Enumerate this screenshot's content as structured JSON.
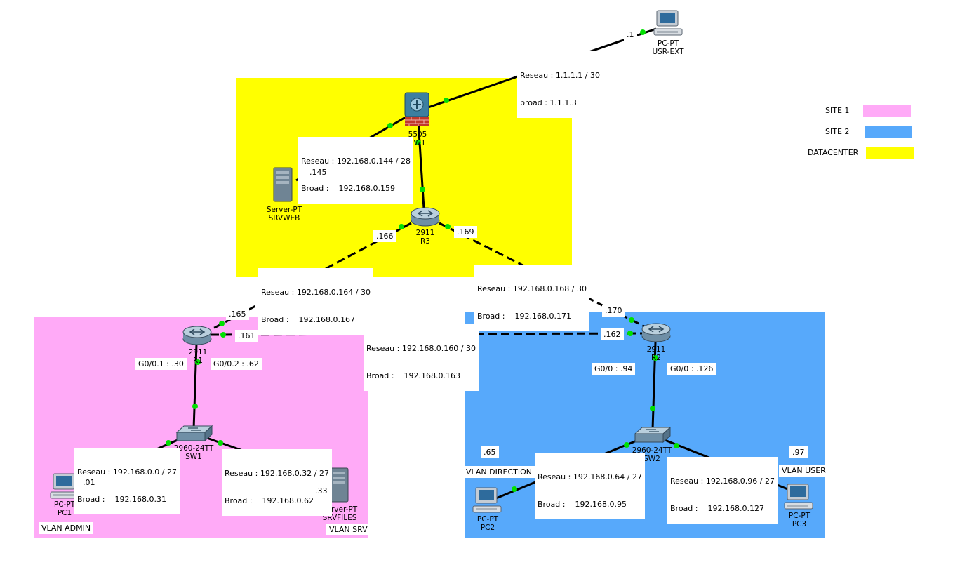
{
  "zones": {
    "datacenter": {
      "color": "#ffff00"
    },
    "site1": {
      "color": "#ffaaf7"
    },
    "site2": {
      "color": "#57a9fb"
    }
  },
  "legend": [
    {
      "label": "SITE 1",
      "color": "#ffaaf7"
    },
    {
      "label": "SITE 2",
      "color": "#57a9fb"
    },
    {
      "label": "DATACENTER",
      "color": "#ffff00"
    }
  ],
  "devices": {
    "usr_ext": {
      "model": "PC-PT",
      "name": "USR-EXT"
    },
    "fw1": {
      "model": "5505",
      "name": "FW1"
    },
    "srvweb": {
      "model": "Server-PT",
      "name": "SRVWEB"
    },
    "r3": {
      "model": "2911",
      "name": "R3"
    },
    "r1": {
      "model": "2911",
      "name": "R1"
    },
    "r2": {
      "model": "2911",
      "name": "R2"
    },
    "sw1": {
      "model": "2960-24TT",
      "name": "SW1"
    },
    "sw2": {
      "model": "2960-24TT",
      "name": "SW2"
    },
    "pc1": {
      "model": "PC-PT",
      "name": "PC1"
    },
    "srvfiles": {
      "model": "Server-PT",
      "name": "SRVFILES"
    },
    "pc2": {
      "model": "PC-PT",
      "name": "PC2"
    },
    "pc3": {
      "model": "PC-PT",
      "name": "PC3"
    }
  },
  "networks": {
    "wan": {
      "line1": "Reseau : 1.1.1.1 / 30",
      "line2": "broad : 1.1.1.3"
    },
    "dmz": {
      "line1": "Reseau : 192.168.0.144 / 28",
      "line2": "Broad :    192.168.0.159"
    },
    "r1_r3": {
      "line1": "Reseau : 192.168.0.164 / 30",
      "line2": "Broad :    192.168.0.167"
    },
    "r2_r3": {
      "line1": "Reseau : 192.168.0.168 / 30",
      "line2": "Broad :    192.168.0.171"
    },
    "r1_r2": {
      "line1": "Reseau : 192.168.0.160 / 30",
      "line2": "Broad :    192.168.0.163"
    },
    "admin": {
      "line1": "Reseau : 192.168.0.0 / 27",
      "line2": "Broad :    192.168.0.31"
    },
    "srv": {
      "line1": "Reseau : 192.168.0.32 / 27",
      "line2": "Broad :    192.168.0.62"
    },
    "direction": {
      "line1": "Reseau : 192.168.0.64 / 27",
      "line2": "Broad :    192.168.0.95"
    },
    "user": {
      "line1": "Reseau : 192.168.0.96 / 27",
      "line2": "Broad :    192.168.0.127"
    }
  },
  "ips": {
    "usr_ext": ".1",
    "srvweb": ".145",
    "r3_to_r1": ".166",
    "r3_to_r2": ".169",
    "r1_to_r3": ".165",
    "r1_to_r2": ".161",
    "r2_to_r3": ".170",
    "r2_to_r1": ".162",
    "pc1": ".01",
    "srvfiles": ".33",
    "pc2": ".65",
    "pc3": ".97"
  },
  "subinterfaces": {
    "r1_g01": "G0/0.1 : .30",
    "r1_g02": "G0/0.2 : .62",
    "r2_g00a": "G0/0 : .94",
    "r2_g00b": "G0/0 : .126"
  },
  "vlans": {
    "admin": "VLAN ADMIN",
    "srv": "VLAN SRV",
    "direction": "VLAN DIRECTION",
    "user": "VLAN USER"
  }
}
